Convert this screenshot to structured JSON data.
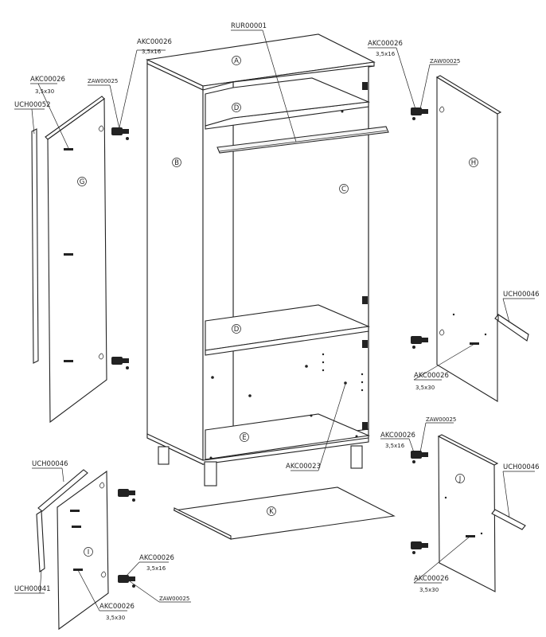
{
  "labels": {
    "top_rail": "RUR00001",
    "hinge_left_top": "AKC00026",
    "hinge_left_top_size": "3,5x16",
    "hinge_right_top": "AKC00026",
    "hinge_right_top_size": "3,5x16",
    "zaw_left_top": "ZAW00025",
    "zaw_right_top": "ZAW00025",
    "screw_door_g": "AKC00026",
    "screw_door_g_size": "3,5x30",
    "strip_left": "UCH00052",
    "strip_right": "UCH00046",
    "screw_door_h": "AKC00026",
    "screw_door_h_size": "3,5x30",
    "zaw_right_bottom": "ZAW00025",
    "hinge_right_bottom": "AKC00026",
    "hinge_right_bottom_size": "3,5x16",
    "strip_right_bottom": "UCH00046",
    "center_screw": "AKC00023",
    "strip_left_bottom": "UCH00046",
    "strip_left_bottom2": "UCH00041",
    "hinge_left_bottom": "AKC00026",
    "hinge_left_bottom_size": "3,5x16",
    "zaw_left_bottom": "ZAW00025",
    "screw_door_i": "AKC00026",
    "screw_door_i_size": "3,5x30",
    "screw_door_j": "AKC00026",
    "screw_door_j_size": "3,5x30"
  },
  "letters": {
    "a": "A",
    "b": "B",
    "c": "C",
    "d1": "D",
    "d2": "D",
    "e": "E",
    "g": "G",
    "h": "H",
    "i": "I",
    "j": "J",
    "k": "K"
  },
  "colors": {
    "line": "#222222",
    "background": "#ffffff"
  }
}
